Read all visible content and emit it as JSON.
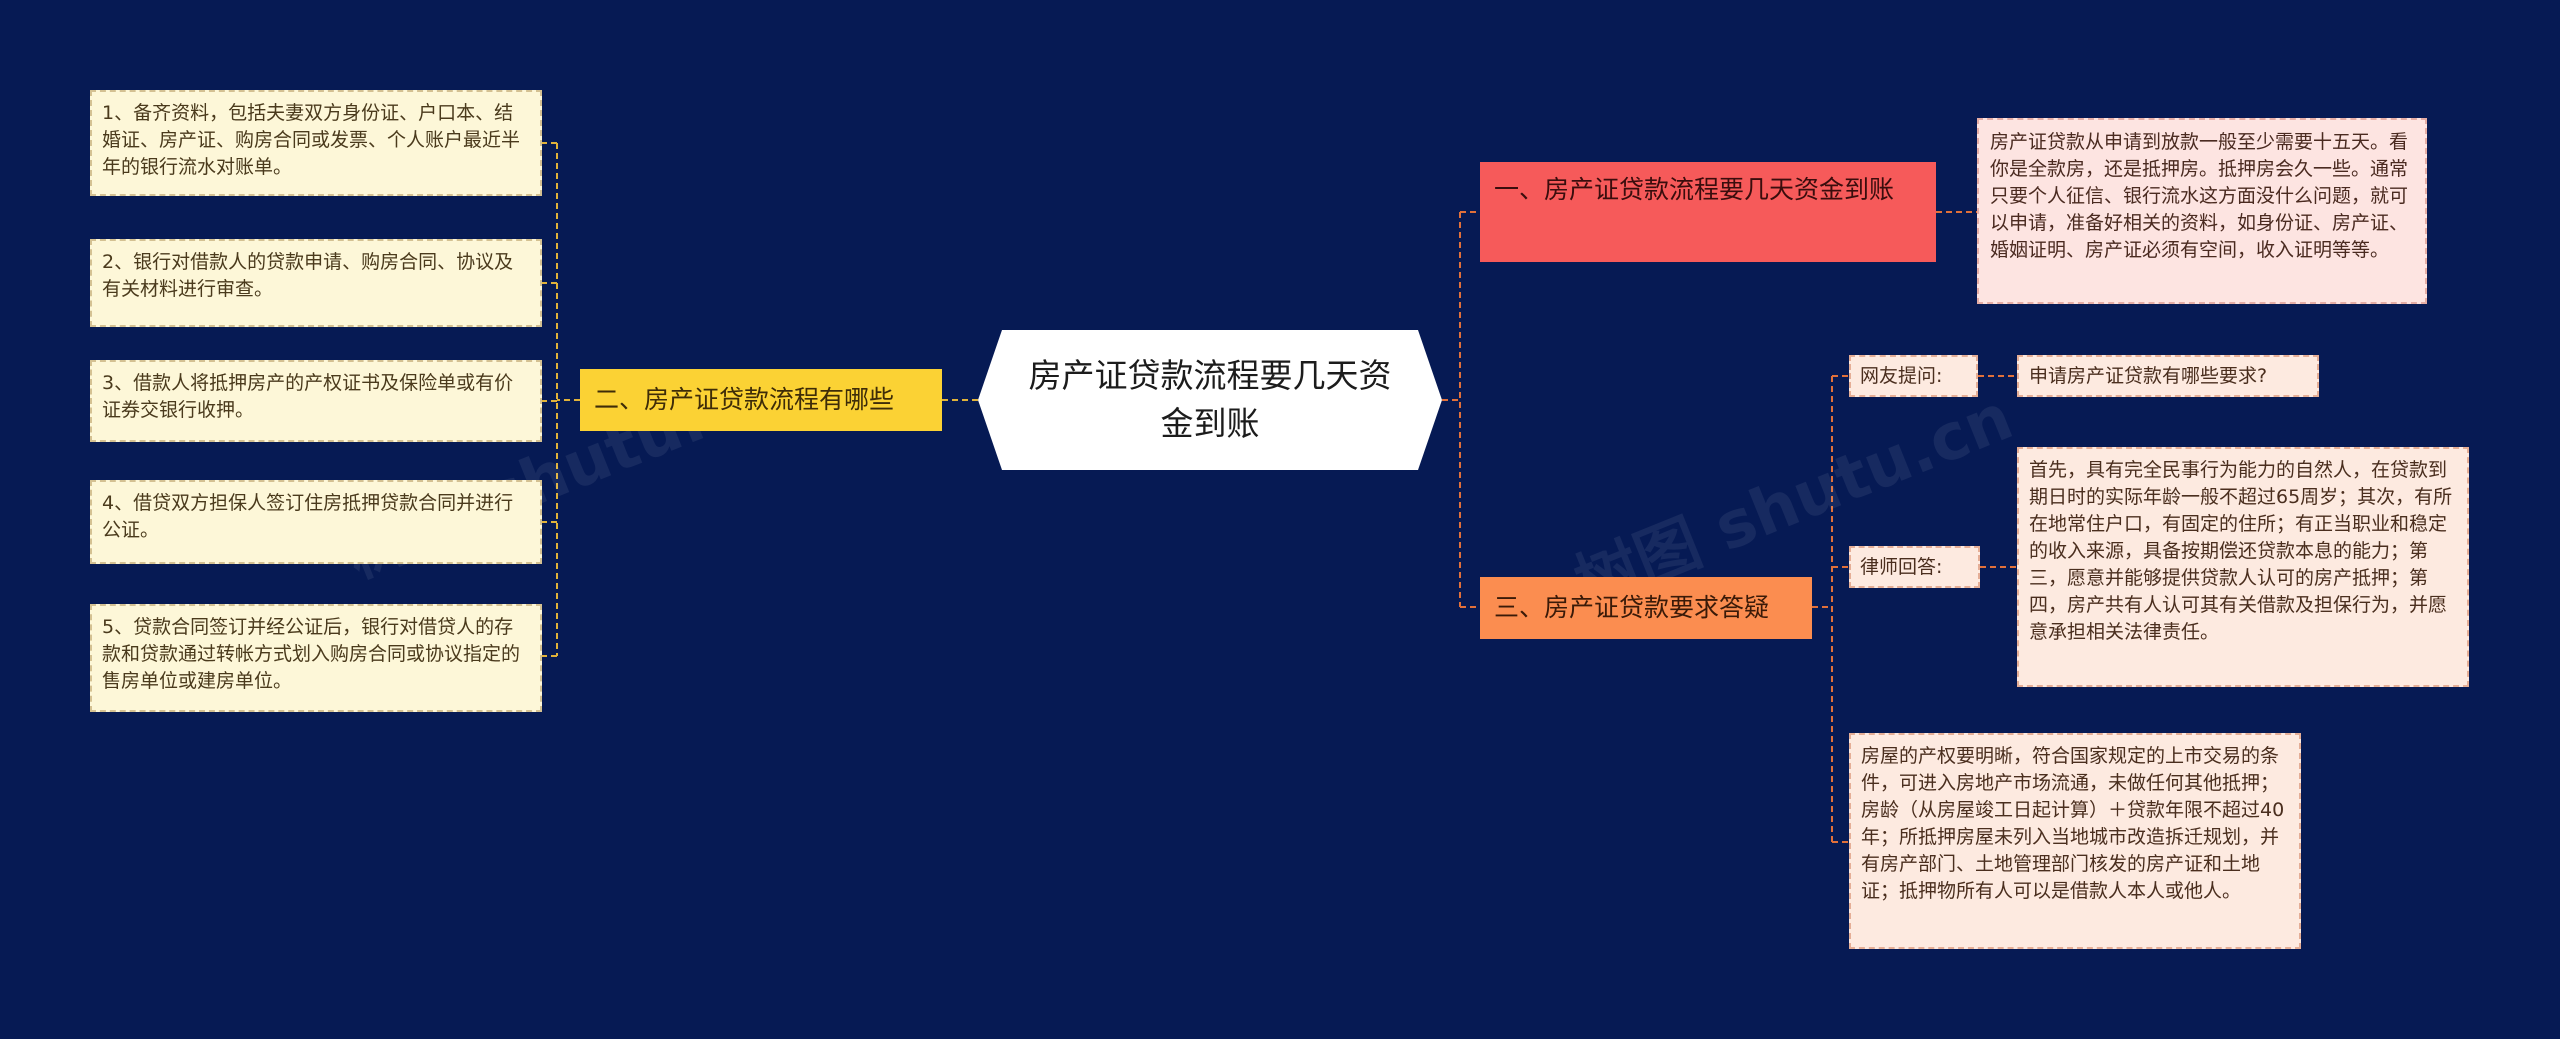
{
  "root": {
    "title": "房产证贷款流程要几天资金到账"
  },
  "branches": {
    "b1": {
      "label": "一、房产证贷款流程要几天资金到账"
    },
    "b2": {
      "label": "二、房产证贷款流程有哪些"
    },
    "b3": {
      "label": "三、房产证贷款要求答疑"
    }
  },
  "leaves": {
    "b1_detail": "房产证贷款从申请到放款一般至少需要十五天。看你是全款房，还是抵押房。抵押房会久一些。通常只要个人征信、银行流水这方面没什么问题，就可以申请，准备好相关的资料，如身份证、房产证、婚姻证明、房产证必须有空间，收入证明等等。",
    "b2_steps": [
      "1、备齐资料，包括夫妻双方身份证、户口本、结婚证、房产证、购房合同或发票、个人账户最近半年的银行流水对账单。",
      "2、银行对借款人的贷款申请、购房合同、协议及有关材料进行审查。",
      "3、借款人将抵押房产的产权证书及保险单或有价证券交银行收押。",
      "4、借贷双方担保人签订住房抵押贷款合同并进行公证。",
      "5、贷款合同签订并经公证后，银行对借贷人的存款和贷款通过转帐方式划入购房合同或协议指定的售房单位或建房单位。"
    ],
    "b3_question_label": "网友提问:",
    "b3_question": "申请房产证贷款有哪些要求?",
    "b3_answer_label": "律师回答:",
    "b3_answer": "首先，具有完全民事行为能力的自然人，在贷款到期日时的实际年龄一般不超过65周岁；其次，有所在地常住户口，有固定的住所；有正当职业和稳定的收入来源，具备按期偿还贷款本息的能力；第三，愿意并能够提供贷款人认可的房产抵押；第四，房产共有人认可其有关借款及担保行为，并愿意承担相关法律责任。",
    "b3_property": "房屋的产权要明晰，符合国家规定的上市交易的条件，可进入房地产市场流通，未做任何其他抵押；房龄（从房屋竣工日起计算）＋贷款年限不超过40年；所抵押房屋未列入当地城市改造拆迁规划，并有房产部门、土地管理部门核发的房产证和土地证；抵押物所有人可以是借款人本人或他人。"
  },
  "watermark": "树图 shutu.cn",
  "colors": {
    "background": "#061a54",
    "root": "#ffffff",
    "branch1": "#f65a5a",
    "branch2": "#fbd234",
    "branch3": "#fb8d50",
    "connector_left": "#e0b23a",
    "connector_right": "#e0703a"
  }
}
